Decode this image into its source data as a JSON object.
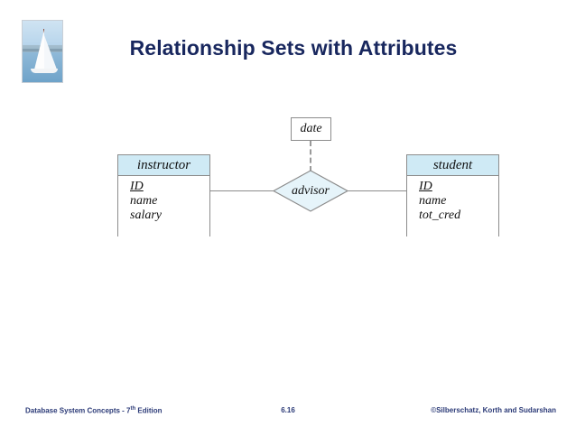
{
  "slide": {
    "title": "Relationship Sets with Attributes",
    "logo_alt": "sailboat-photo"
  },
  "diagram": {
    "type": "er-diagram",
    "entities": [
      {
        "id": "instructor",
        "name": "instructor",
        "attributes": [
          {
            "label": "ID",
            "primary_key": true
          },
          {
            "label": "name",
            "primary_key": false
          },
          {
            "label": "salary",
            "primary_key": false
          }
        ]
      },
      {
        "id": "student",
        "name": "student",
        "attributes": [
          {
            "label": "ID",
            "primary_key": true
          },
          {
            "label": "name",
            "primary_key": false
          },
          {
            "label": "tot_cred",
            "primary_key": false
          }
        ]
      }
    ],
    "relationship": {
      "name": "advisor",
      "connects": [
        "instructor",
        "student"
      ]
    },
    "relationship_attribute": {
      "label": "date",
      "attached_to": "advisor",
      "line_style": "dashed"
    },
    "colors": {
      "entity_header_fill": "#cfeaf5",
      "diamond_fill": "#e6f4fa",
      "border": "#8c8c8c",
      "title_text": "#18275e",
      "footer_text": "#2b3a77"
    }
  },
  "footer": {
    "left_text": "Database System Concepts - 7",
    "left_superscript": "th",
    "left_text_tail": " Edition",
    "page_number": "6.16",
    "copyright": "©Silberschatz, Korth and Sudarshan"
  }
}
